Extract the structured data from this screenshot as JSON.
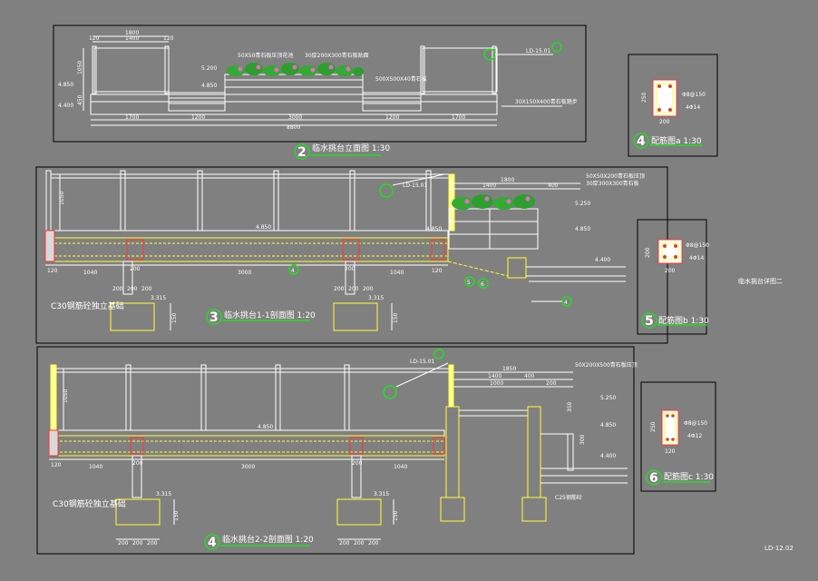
{
  "views": {
    "elevation": {
      "number": "2",
      "title": "临水挑台立面图 1:30"
    },
    "section11": {
      "number": "3",
      "title": "临水挑台1-1剖面图 1:20"
    },
    "section22": {
      "number": "4",
      "title": "临水挑台2-2剖面图 1:20"
    },
    "beam_a": {
      "number": "4",
      "title": "配筋图a 1:30"
    },
    "beam_b": {
      "number": "5",
      "title": "配筋图b 1:30"
    },
    "beam_c": {
      "number": "6",
      "title": "配筋图c 1:30"
    }
  },
  "side_label": "临水挑台详图二",
  "drawing_code": "LD-12.02",
  "elevation_dims": {
    "top_1800": "1800",
    "top_1400": "1400",
    "left_120": "120",
    "right_120": "120",
    "bottom": [
      "1700",
      "1200",
      "3000",
      "1200",
      "1700"
    ],
    "total": "8800",
    "vert": [
      "1050",
      "450"
    ],
    "levels": [
      "5.200",
      "4.850",
      "4.400"
    ]
  },
  "elevation_notes": {
    "ref": "LD-15.01",
    "planter_note_a": "50X50青石板压顶花池",
    "planter_note_b": "30厚200X300青石板贴面",
    "planter_note_c": "500X500X40青石板",
    "planter_note_d": "30X150X400青石板踏步"
  },
  "section11": {
    "ref": "LD-15.01",
    "dims_top": [
      "1800",
      "1400",
      "400"
    ],
    "dims_bottom": [
      "120",
      "1040",
      "200",
      "3000",
      "200",
      "120"
    ],
    "vert_left": "1050",
    "levels": [
      "4.850",
      "4.850",
      "5.250",
      "4.850",
      "4.400"
    ],
    "pad_dims": [
      "200",
      "200",
      "200"
    ],
    "pad_level": "3.315",
    "pad_vert": "150",
    "concrete": "C30钢筋砼独立基础",
    "bubble": "4",
    "bubble_b": "5",
    "bubble_c": "6",
    "bubble_d": "4",
    "note_a": "50X50X200青石板压顶",
    "note_b": "30厚300X300青石板"
  },
  "section22": {
    "ref": "LD-15.01",
    "dims_top": [
      "1850",
      "1400",
      "400",
      "1000",
      "200"
    ],
    "dims_bottom": [
      "120",
      "1040",
      "200",
      "3000",
      "200",
      "1040"
    ],
    "vert_left": "1050",
    "levels": [
      "4.850",
      "5.250",
      "4.850",
      "4.400"
    ],
    "pad_dims": [
      "200",
      "200",
      "200"
    ],
    "pad_level": "3.315",
    "pad_vert": "150",
    "concrete": "C30钢筋砼独立基础",
    "note_a": "50X200X500青石板压顶",
    "pier_note": "C25钢筋砼",
    "vert_right": [
      "350",
      "300"
    ]
  },
  "rebar_a": {
    "height": "250",
    "width": "200",
    "stirrup": "Φ8@150",
    "main": "4Φ14"
  },
  "rebar_b": {
    "height": "200",
    "width": "200",
    "stirrup": "Φ8@150",
    "main": "4Φ14"
  },
  "rebar_c": {
    "height": "250",
    "width": "120",
    "stirrup": "Φ8@150",
    "main": "4Φ12"
  }
}
